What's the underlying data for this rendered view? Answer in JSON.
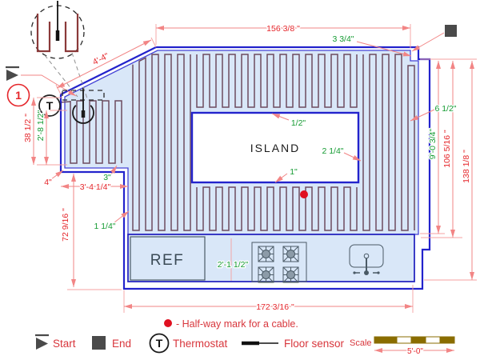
{
  "plan": {
    "island_label": "ISLAND",
    "ref_label": "REF",
    "callout_number": "1",
    "thermostat_letter": "T"
  },
  "dims": {
    "top_width": "156 3/8 \"",
    "cable_gap_top": "3 3/4\"",
    "angled_wall": "4'-4\"",
    "right_gap": "6 1/2\"",
    "cable_height_right": "9'-0 3/4\"",
    "room_height_inner": "106 5/16 \"",
    "room_height_total": "138 1/8 \"",
    "left_height": "38 1/2 \"",
    "left_cable_height": "2'-8 1/2\"",
    "strip_gap_bottom": "4\"",
    "strip_spacing": "3\"",
    "strip_width": "3'-4 1/4\"",
    "lower_left_height": "72 9/16 \"",
    "cable_wall_gap": "1 1/4\"",
    "island_gap_top": "1/2\"",
    "island_gap_right": "2 1/4\"",
    "island_gap_bottom": "1\"",
    "counter_dim": "2'-1 1/2\"",
    "bottom_width": "172 3/16 \""
  },
  "legend": {
    "halfway_note": "- Half-way mark for a cable.",
    "start_label": "Start",
    "end_label": "End",
    "thermostat_label": "Thermostat",
    "thermostat_letter": "T",
    "floor_sensor_label": "Floor sensor",
    "scale_label": "Scale",
    "scale_value": "5'-0\"",
    "icons": {
      "start": "start-flag-icon",
      "end": "end-square-icon",
      "thermostat": "thermostat-icon",
      "floor_sensor": "floor-sensor-icon",
      "halfway": "halfway-dot-icon"
    }
  },
  "colors": {
    "dim_red_text": "#e5262b",
    "dim_green_text": "#149b32",
    "dim_line_pink": "#f28585",
    "wall_blue": "#2323cc",
    "floor_fill": "#d9e7f8",
    "cable_plum": "#6e4b5f",
    "symbol_gray": "#4a4a4a",
    "halfway_red": "#e01020",
    "scale_gold": "#8a6d00",
    "detail_maroon": "#8b3a3a"
  }
}
